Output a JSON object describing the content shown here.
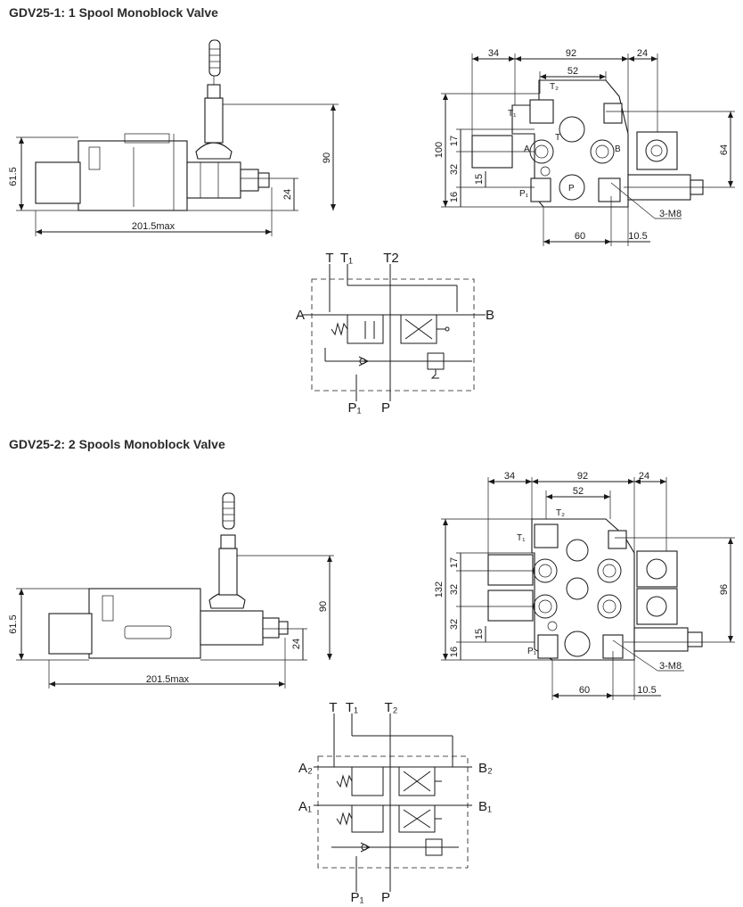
{
  "sections": [
    {
      "title": "GDV25-1: 1 Spool Monoblock Valve",
      "side_view": {
        "height": "61.5",
        "length": "201.5max",
        "handle_height": "90",
        "offset": "24"
      },
      "front_view": {
        "widths": [
          "34",
          "92",
          "24"
        ],
        "inner_width": "52",
        "height_total": "100",
        "heights": [
          "17",
          "32",
          "15",
          "16"
        ],
        "right_height": "64",
        "bottom": [
          "60",
          "10.5"
        ],
        "bolt": "3-M8",
        "port_labels": [
          "T₂",
          "T₁",
          "T",
          "A",
          "B",
          "P",
          "P₁"
        ]
      },
      "schematic": {
        "top_ports": [
          "T",
          "T₁",
          "T2"
        ],
        "bottom_ports": [
          "P₁",
          "P"
        ],
        "left_ports": [
          "A"
        ],
        "right_ports": [
          "B"
        ]
      }
    },
    {
      "title": "GDV25-2: 2 Spools Monoblock Valve",
      "side_view": {
        "height": "61.5",
        "length": "201.5max",
        "handle_height": "90",
        "offset": "24"
      },
      "front_view": {
        "widths": [
          "34",
          "92",
          "24"
        ],
        "inner_width": "52",
        "height_total": "132",
        "heights": [
          "17",
          "32",
          "32",
          "15",
          "16"
        ],
        "right_height": "96",
        "bottom": [
          "60",
          "10.5"
        ],
        "bolt": "3-M8",
        "port_labels": [
          "T₂",
          "T₁",
          "P₁"
        ]
      },
      "schematic": {
        "top_ports": [
          "T",
          "T₁",
          "T₂"
        ],
        "bottom_ports": [
          "P₁",
          "P"
        ],
        "left_ports": [
          "A₂",
          "A₁"
        ],
        "right_ports": [
          "B₂",
          "B₁"
        ]
      }
    }
  ],
  "colors": {
    "line": "#1a1a1a",
    "title": "#2a2a2a",
    "background": "#ffffff"
  }
}
